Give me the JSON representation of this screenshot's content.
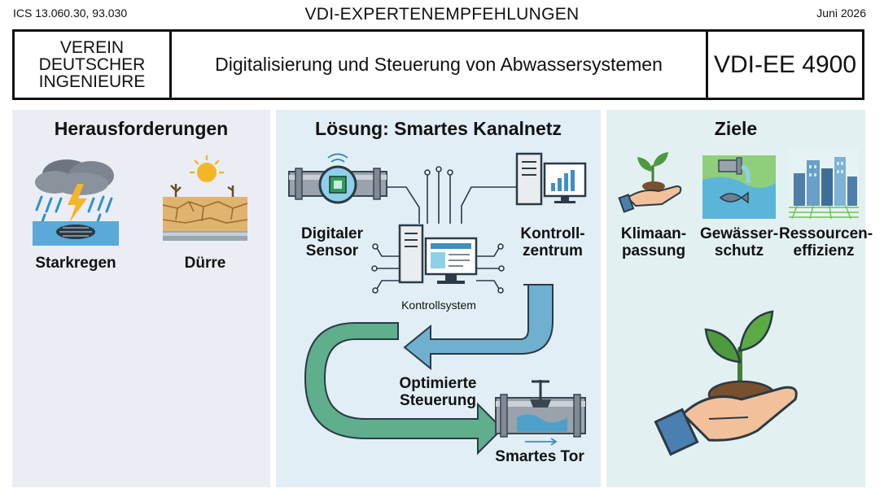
{
  "header": {
    "ics": "ICS 13.060.30, 93.030",
    "series": "VDI-EXPERTENEMPFEHLUNGEN",
    "date": "Juni 2026",
    "org_line1": "VEREIN",
    "org_line2": "DEUTSCHER",
    "org_line3": "INGENIEURE",
    "title": "Digitalisierung und Steuerung von Abwassersystemen",
    "doc_number": "VDI-EE 4900"
  },
  "challenges": {
    "heading": "Herausforderungen",
    "items": [
      {
        "label": "Starkregen",
        "icon": "heavy-rain-storm-icon"
      },
      {
        "label": "Dürre",
        "icon": "drought-icon"
      }
    ]
  },
  "solution": {
    "heading": "Lösung: Smartes Kanalnetz",
    "sensor_line1": "Digitaler",
    "sensor_line2": "Sensor",
    "control_line1": "Kontroll-",
    "control_line2": "zentrum",
    "system_label": "Kontrollsystem",
    "optimized_line1": "Optimierte",
    "optimized_line2": "Steuerung",
    "gate_label": "Smartes Tor"
  },
  "goals": {
    "heading": "Ziele",
    "items": [
      {
        "line1": "Klimaan-",
        "line2": "passung",
        "icon": "hand-plant-icon"
      },
      {
        "line1": "Gewässer-",
        "line2": "schutz",
        "icon": "water-protection-icon"
      },
      {
        "line1": "Ressourcen-",
        "line2": "effizienz",
        "icon": "city-efficiency-icon"
      }
    ]
  },
  "colors": {
    "challenge_panel": "#eaedf3",
    "solution_panel": "#e1eef5",
    "goals_panel": "#e3f0f2",
    "flow_blue": "#6fb0cf",
    "flow_green": "#5fae8c",
    "leaf_green": "#4e9a3e"
  }
}
